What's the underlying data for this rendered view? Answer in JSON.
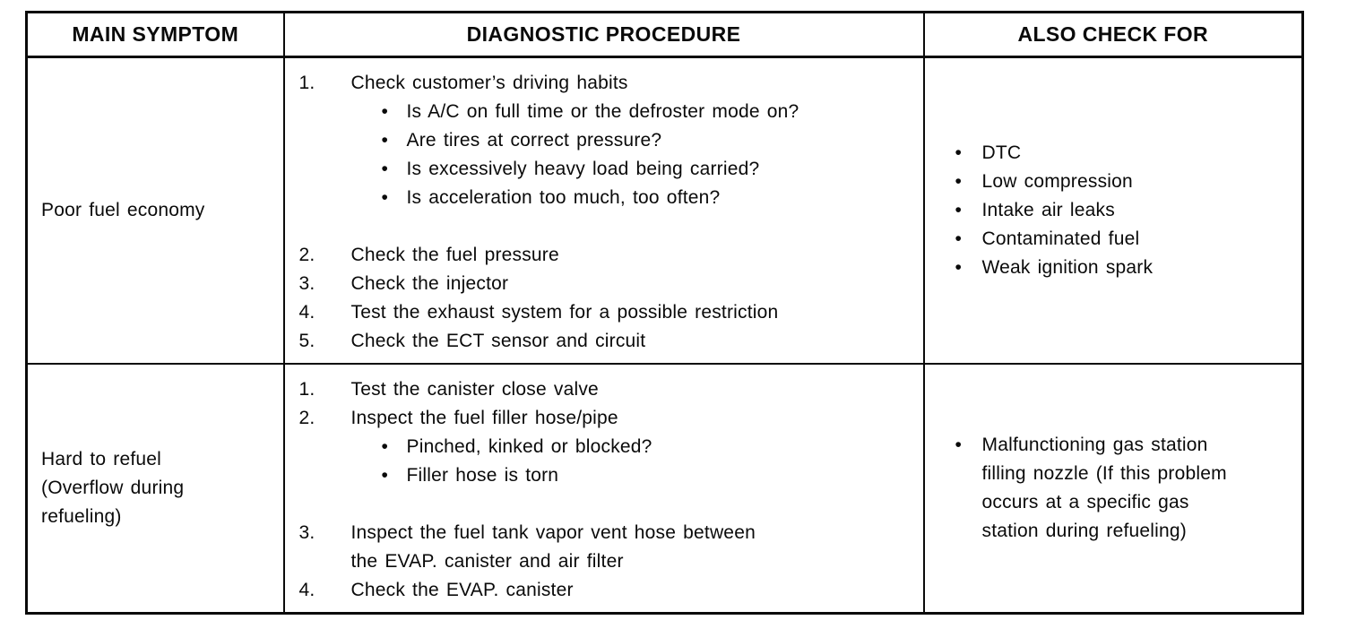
{
  "icons": {
    "bullet": "•"
  },
  "colors": {
    "border": "#0a0a0a",
    "text": "#0a0a0a",
    "background": "#ffffff"
  },
  "table": {
    "headers": [
      "MAIN SYMPTOM",
      "DIAGNOSTIC PROCEDURE",
      "ALSO CHECK FOR"
    ],
    "rows": [
      {
        "symptom": "Poor fuel economy",
        "procedure": [
          {
            "num": "1.",
            "text": "Check customer’s driving habits",
            "sub": [
              "Is A/C on full time or the defroster mode on?",
              "Are tires at correct pressure?",
              "Is excessively heavy load being carried?",
              "Is acceleration too much, too often?"
            ]
          },
          {
            "num": "2.",
            "text": "Check the fuel pressure"
          },
          {
            "num": "3.",
            "text": "Check the injector"
          },
          {
            "num": "4.",
            "text": "Test the exhaust system for a possible restriction"
          },
          {
            "num": "5.",
            "text": "Check the ECT sensor and circuit"
          }
        ],
        "also_check": [
          "DTC",
          "Low compression",
          "Intake air leaks",
          "Contaminated fuel",
          "Weak ignition spark"
        ]
      },
      {
        "symptom": "Hard to refuel\n(Overflow during\nrefueling)",
        "procedure": [
          {
            "num": "1.",
            "text": "Test the canister close valve"
          },
          {
            "num": "2.",
            "text": "Inspect the fuel filler hose/pipe",
            "sub": [
              "Pinched, kinked or blocked?",
              "Filler hose is torn"
            ]
          },
          {
            "num": "3.",
            "text": "Inspect the fuel tank vapor vent hose between\nthe EVAP. canister and air filter"
          },
          {
            "num": "4.",
            "text": "Check the EVAP. canister"
          }
        ],
        "also_check": [
          "Malfunctioning gas station\nfilling nozzle (If this problem\noccurs at a specific gas\nstation during refueling)"
        ]
      }
    ]
  }
}
